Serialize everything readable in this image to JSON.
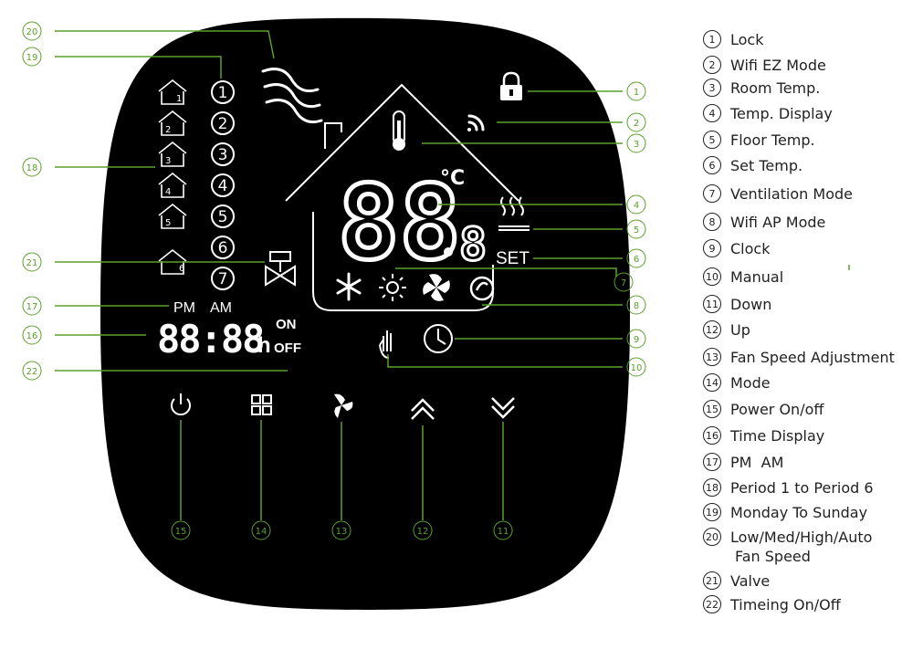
{
  "device": {
    "temp_digits": "88",
    "temp_decimal": ".",
    "small_digit": "8",
    "unit": "°C",
    "set_label": "SET",
    "pm_label": "PM",
    "am_label": "AM",
    "time_digits": "88:88",
    "hour_suffix": "h",
    "on_label": "ON",
    "off_label": "OFF",
    "day_numbers": [
      "1",
      "2",
      "3",
      "4",
      "5",
      "6",
      "7"
    ],
    "period_numbers": [
      "1",
      "2",
      "3",
      "4",
      "5",
      "6"
    ]
  },
  "callouts": [
    {
      "num": "1",
      "label": "Lock"
    },
    {
      "num": "2",
      "label": "Wifi EZ Mode"
    },
    {
      "num": "3",
      "label": "Room Temp."
    },
    {
      "num": "4",
      "label": "Temp. Display"
    },
    {
      "num": "5",
      "label": "Floor Temp."
    },
    {
      "num": "6",
      "label": "Set Temp."
    },
    {
      "num": "7",
      "label": "Ventilation Mode"
    },
    {
      "num": "8",
      "label": "Wifi AP Mode"
    },
    {
      "num": "9",
      "label": "Clock"
    },
    {
      "num": "10",
      "label": "Manual"
    },
    {
      "num": "11",
      "label": "Down"
    },
    {
      "num": "12",
      "label": "Up"
    },
    {
      "num": "13",
      "label": "Fan Speed Adjustment"
    },
    {
      "num": "14",
      "label": "Mode"
    },
    {
      "num": "15",
      "label": "Power On/off"
    },
    {
      "num": "16",
      "label": "Time Display"
    },
    {
      "num": "17",
      "label": "PM  AM"
    },
    {
      "num": "18",
      "label": "Period 1 to Period 6"
    },
    {
      "num": "19",
      "label": "Monday To Sunday"
    },
    {
      "num": "20",
      "label": "Low/Med/High/Auto",
      "label2": "Fan Speed"
    },
    {
      "num": "21",
      "label": "Valve"
    },
    {
      "num": "22",
      "label": "Timeing On/Off"
    }
  ],
  "colors": {
    "panel": "#000000",
    "display": "#ffffff",
    "leader": "#5aa02c",
    "text": "#222222"
  }
}
